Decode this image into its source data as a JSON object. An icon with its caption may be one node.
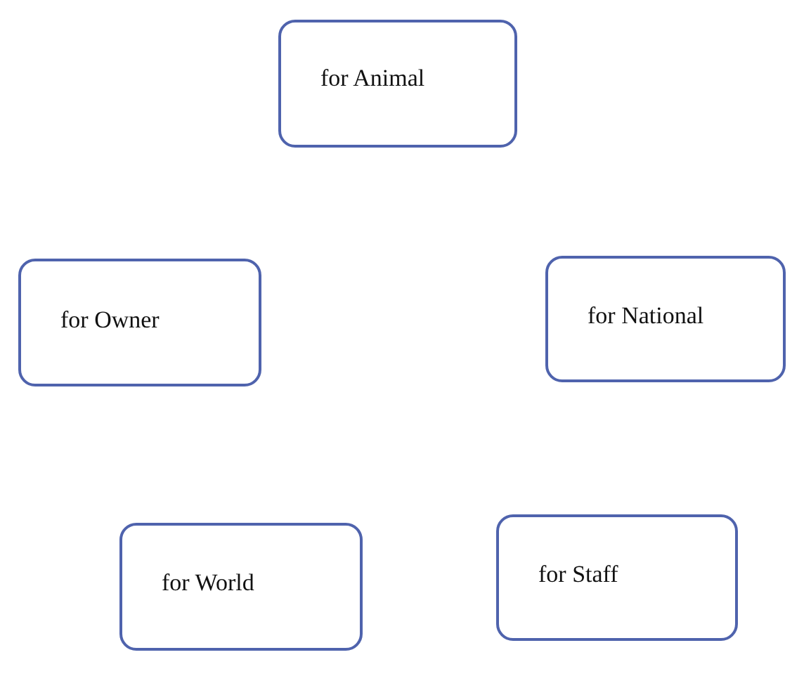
{
  "diagram": {
    "nodes": [
      {
        "text": [
          "for Animal"
        ]
      },
      {
        "text": [
          "for Owner"
        ]
      },
      {
        "text": [
          "for National"
        ]
      },
      {
        "text": [
          "for World"
        ]
      },
      {
        "text": [
          "for Staff"
        ]
      }
    ]
  }
}
